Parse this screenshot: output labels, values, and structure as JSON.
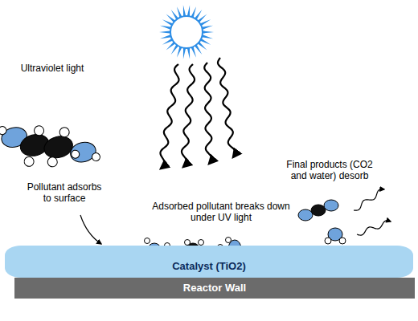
{
  "diagram": {
    "nodes": [
      {
        "text": [
          "Catalyst (TiO2)"
        ]
      },
      {
        "text": [
          "Reactor Wall"
        ]
      }
    ],
    "labels": [
      "Ultraviolet light",
      "Pollutant adsorbs to surface",
      "Adsorbed pollutant breaks down under UV light",
      "Final products (CO2 and water) desorb"
    ]
  }
}
